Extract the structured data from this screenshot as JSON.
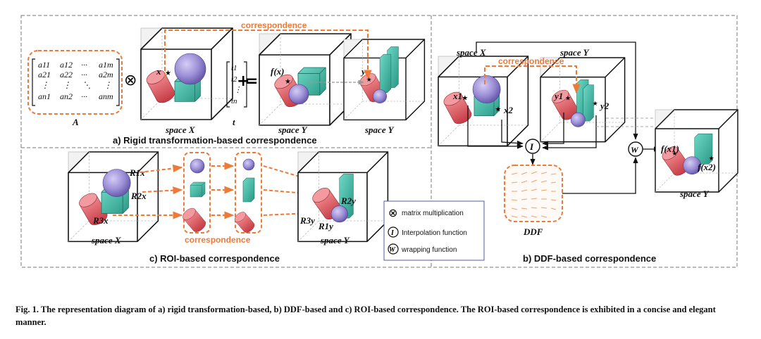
{
  "header": "",
  "panels": {
    "a": {
      "title": "a) Rigid transformation-based correspondence",
      "matrix_label": "A",
      "matrix_rows": [
        [
          "a11",
          "a12",
          "···",
          "a1m"
        ],
        [
          "a21",
          "a22",
          "···",
          "a2m"
        ],
        [
          "⋮",
          "⋮",
          "⋱",
          "⋮"
        ],
        [
          "an1",
          "an2",
          "···",
          "anm"
        ]
      ],
      "vector": [
        "t1",
        "t2",
        "⋮",
        "tn"
      ],
      "vector_label": "t",
      "space_x": "space X",
      "space_y1": "space Y",
      "space_y2": "space Y",
      "point_x": "x",
      "point_fx": "f(x)",
      "point_y": "y",
      "correspondence": "correspondence",
      "op_otimes": "⊗",
      "op_plus": "+",
      "op_equals": "="
    },
    "b": {
      "title": "b) DDF-based correspondence",
      "space_x": "space X",
      "space_y": "space Y",
      "space_y_result": "space Y",
      "correspondence": "correspondence",
      "x1": "x1",
      "x2": "x2",
      "y1": "y1",
      "y2": "y2",
      "fx1": "f(x1)",
      "fx2": "f(x2)",
      "interp_symbol": "I",
      "warp_symbol": "W",
      "ddf_label": "DDF"
    },
    "c": {
      "title": "c) ROI-based correspondence",
      "space_x": "space X",
      "space_y": "space Y",
      "correspondence": "correspondence",
      "rx": [
        "R1x",
        "R2x",
        "R3x"
      ],
      "ry": [
        "R1y",
        "R2y",
        "R3y"
      ]
    }
  },
  "legend": [
    {
      "symbol": "⊗",
      "text": "matrix multiplication"
    },
    {
      "symbol": "I",
      "text": "Interpolation function"
    },
    {
      "symbol": "W",
      "text": "wrapping function"
    }
  ],
  "caption": "Fig. 1. The representation diagram of a) rigid transformation-based, b) DDF-based and c) ROI-based correspondence. The ROI-based correspondence is exhibited in a concise and elegant manner.",
  "colors": {
    "orange": "#ee7a3a",
    "sphere": "#9c8fd6",
    "box": "#3fb8a4",
    "cylinder": "#e0545c",
    "dash_frame": "#777777"
  }
}
